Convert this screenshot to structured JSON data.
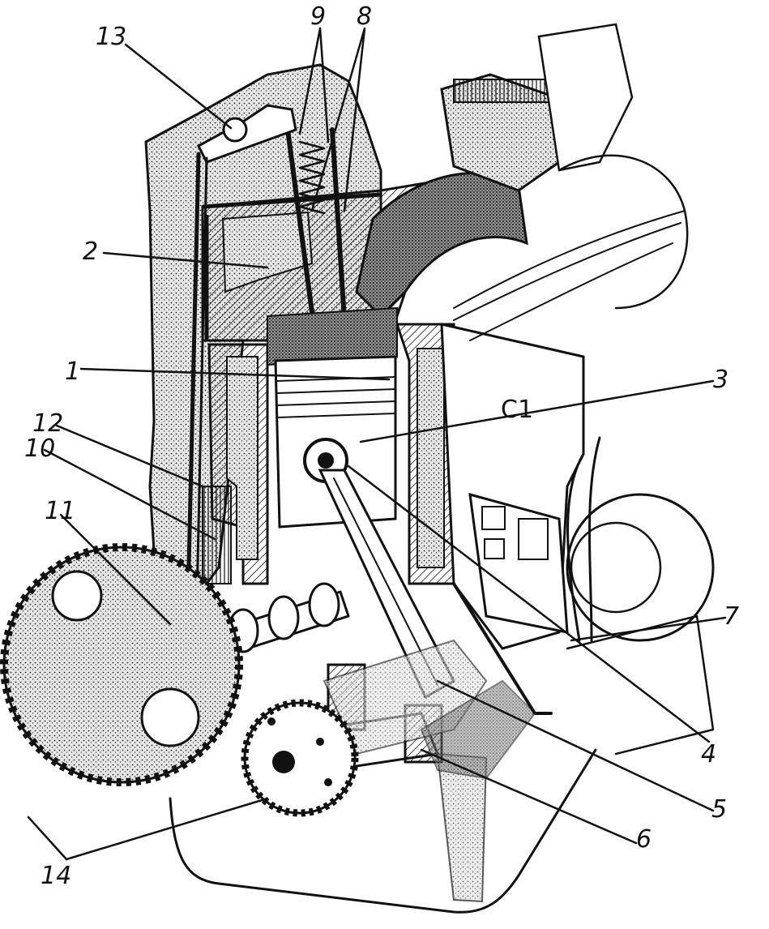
{
  "callouts": [
    {
      "id": "1",
      "label": "1"
    },
    {
      "id": "2",
      "label": "2"
    },
    {
      "id": "3",
      "label": "3"
    },
    {
      "id": "4",
      "label": "4"
    },
    {
      "id": "5",
      "label": "5"
    },
    {
      "id": "6",
      "label": "6"
    },
    {
      "id": "7",
      "label": "7"
    },
    {
      "id": "8",
      "label": "8"
    },
    {
      "id": "9",
      "label": "9"
    },
    {
      "id": "10",
      "label": "10"
    },
    {
      "id": "11",
      "label": "11"
    },
    {
      "id": "12",
      "label": "12"
    },
    {
      "id": "13",
      "label": "13"
    },
    {
      "id": "14",
      "label": "14"
    }
  ],
  "cylinder_mark": "C1",
  "colors": {
    "ink": "#111111",
    "paper": "#ffffff",
    "shade": "#bfbfbf"
  }
}
